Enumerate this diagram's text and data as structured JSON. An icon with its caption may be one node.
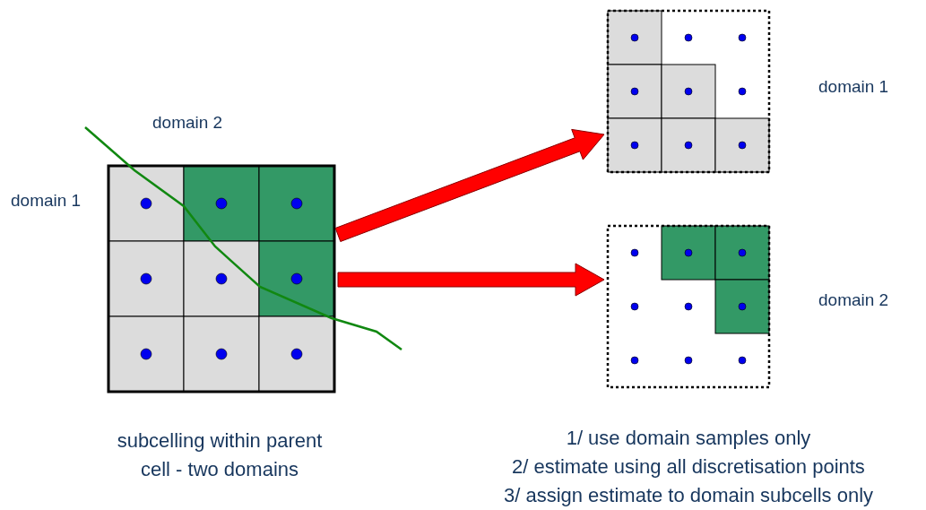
{
  "diagram": {
    "nodes": [
      {
        "text": [],
        "shape": "box",
        "beside": [
          "subcelling within parent cell - two domains"
        ]
      },
      {
        "text": [],
        "shape": "box",
        "beside": [
          "domain 1"
        ]
      },
      {
        "text": [],
        "shape": "box",
        "beside": [
          "domain 2"
        ]
      }
    ],
    "edges": [
      {
        "from": 0,
        "to": 1,
        "arrow": "to"
      },
      {
        "from": 0,
        "to": 2,
        "arrow": "to"
      }
    ],
    "labels": [
      "domain 2",
      "domain 1",
      "1/ use domain samples only",
      "2/ estimate using all discretisation points",
      "3/ assign estimate to domain subcells only"
    ]
  }
}
